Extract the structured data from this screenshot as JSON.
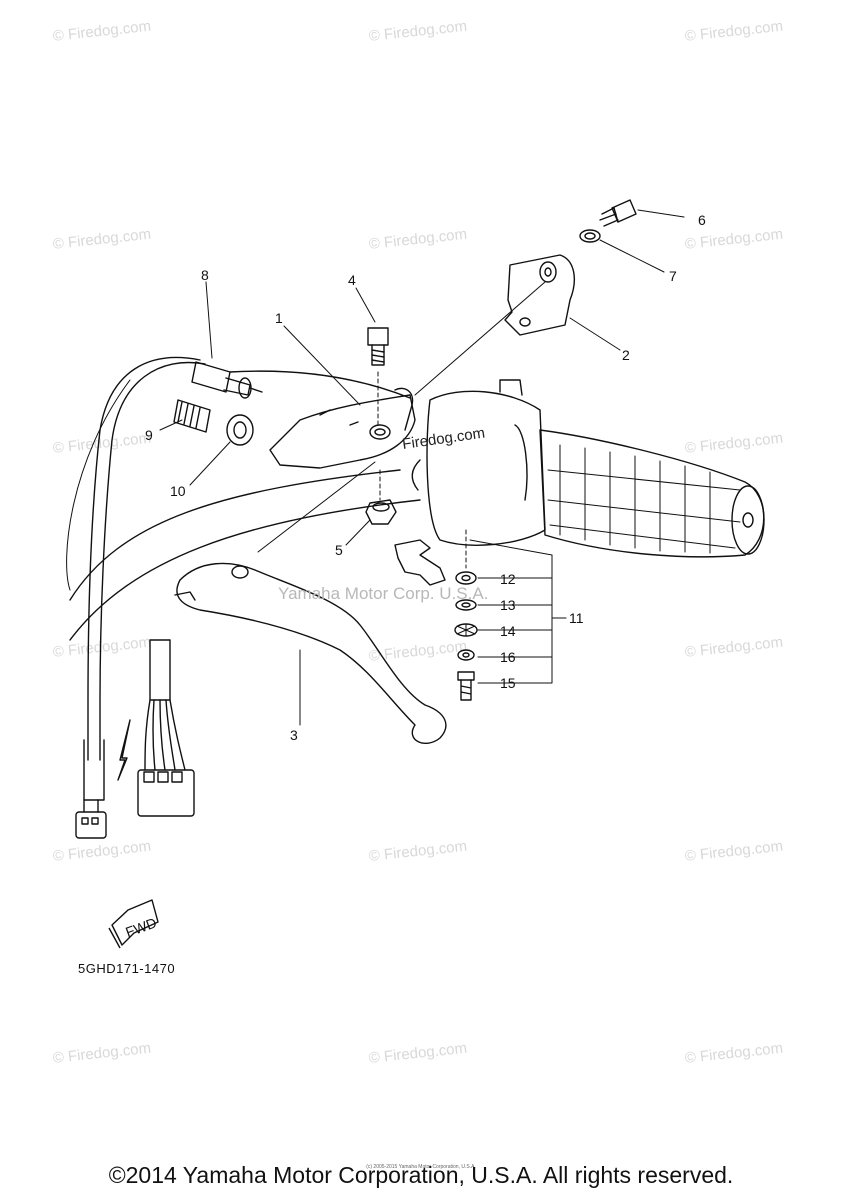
{
  "watermark": "© Firedog.com",
  "center_watermark": "Yamaha Motor Corp. U.S.A.",
  "overlay_watermark": "Firedog.com",
  "fwd_label": "FWD",
  "part_code": "5GHD171-1470",
  "copyright": "©2014 Yamaha Motor Corporation, U.S.A. All rights reserved.",
  "tiny_notice": "(c) 2005-2015 Yamaha Motor Corporation, U.S.A.",
  "callouts": {
    "c1": "1",
    "c2": "2",
    "c3": "3",
    "c4": "4",
    "c5": "5",
    "c6": "6",
    "c7": "7",
    "c8": "8",
    "c9": "9",
    "c10": "10",
    "c11": "11",
    "c12": "12",
    "c13": "13",
    "c14": "14",
    "c15": "15",
    "c16": "16"
  }
}
